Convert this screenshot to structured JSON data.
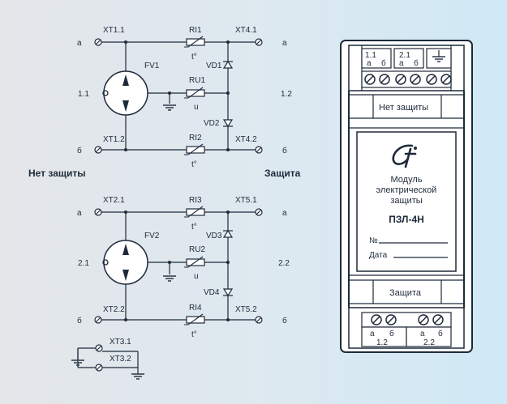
{
  "headings": {
    "left": "Нет защиты",
    "right": "Защита"
  },
  "labels": {
    "a": "а",
    "b": "б",
    "t": "t°",
    "u": "u",
    "xt11": "XT1.1",
    "xt12": "XT1.2",
    "xt41": "XT4.1",
    "xt42": "XT4.2",
    "xt21": "XT2.1",
    "xt22": "XT2.2",
    "xt51": "XT5.1",
    "xt52": "XT5.2",
    "xt31": "XT3.1",
    "xt32": "XT3.2",
    "ri1": "RI1",
    "ri2": "RI2",
    "ri3": "RI3",
    "ri4": "RI4",
    "ru1": "RU1",
    "ru2": "RU2",
    "fv1": "FV1",
    "fv2": "FV2",
    "vd1": "VD1",
    "vd2": "VD2",
    "vd3": "VD3",
    "vd4": "VD4",
    "p11": "1.1",
    "p12": "1.2",
    "p21": "2.1",
    "p22": "2.2"
  },
  "device": {
    "top_l1": "1.1",
    "top_l2": "2.1",
    "ab_a": "а",
    "ab_b": "б",
    "btn_top": "Нет защиты",
    "btn_bottom": "Защита",
    "title1": "Модуль",
    "title2": "электрической",
    "title3": "защиты",
    "model": "ПЗЛ-4Н",
    "no": "№",
    "date": "Дата",
    "bot_l1": "1.2",
    "bot_l2": "2.2"
  }
}
